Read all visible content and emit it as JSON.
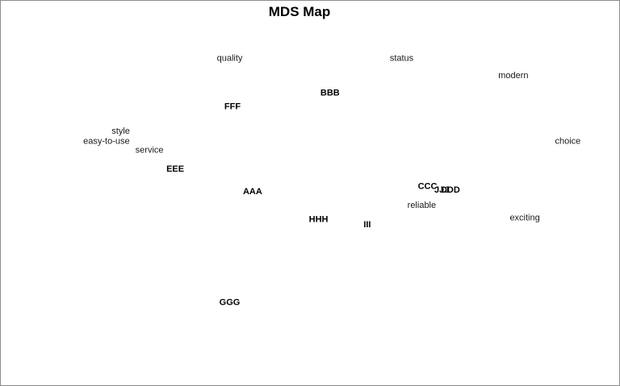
{
  "chart_data": {
    "type": "scatter",
    "title": "MDS Map",
    "xlabel": "",
    "ylabel": "",
    "xlim": [
      -1.0,
      1.0
    ],
    "ylim": [
      -1.0,
      1.0
    ],
    "grid": false,
    "series": [
      {
        "points": [
          {
            "label": "quality",
            "x": -0.3,
            "y": 0.83
          },
          {
            "label": "status",
            "x": 0.3,
            "y": 0.83
          },
          {
            "label": "modern",
            "x": 0.69,
            "y": 0.73
          },
          {
            "label": "style",
            "x": -0.68,
            "y": 0.41
          },
          {
            "label": "easy-to-use",
            "x": -0.73,
            "y": 0.35
          },
          {
            "label": "service",
            "x": -0.58,
            "y": 0.3
          },
          {
            "label": "choice",
            "x": 0.88,
            "y": 0.35
          },
          {
            "label": "reliable",
            "x": 0.37,
            "y": -0.02
          },
          {
            "label": "exciting",
            "x": 0.73,
            "y": -0.09
          }
        ]
      },
      {
        "points": [
          {
            "label": "BBB",
            "x": 0.05,
            "y": 0.63
          },
          {
            "label": "FFF",
            "x": -0.29,
            "y": 0.55
          },
          {
            "label": "EEE",
            "x": -0.49,
            "y": 0.19
          },
          {
            "label": "CCC",
            "x": 0.39,
            "y": 0.09
          },
          {
            "label": "JJJ",
            "x": 0.44,
            "y": 0.07
          },
          {
            "label": "DDD",
            "x": 0.47,
            "y": 0.07
          },
          {
            "label": "AAA",
            "x": -0.22,
            "y": 0.06
          },
          {
            "label": "HHH",
            "x": 0.01,
            "y": -0.1
          },
          {
            "label": "III",
            "x": 0.18,
            "y": -0.13
          },
          {
            "label": "GGG",
            "x": -0.3,
            "y": -0.58
          }
        ]
      }
    ]
  }
}
